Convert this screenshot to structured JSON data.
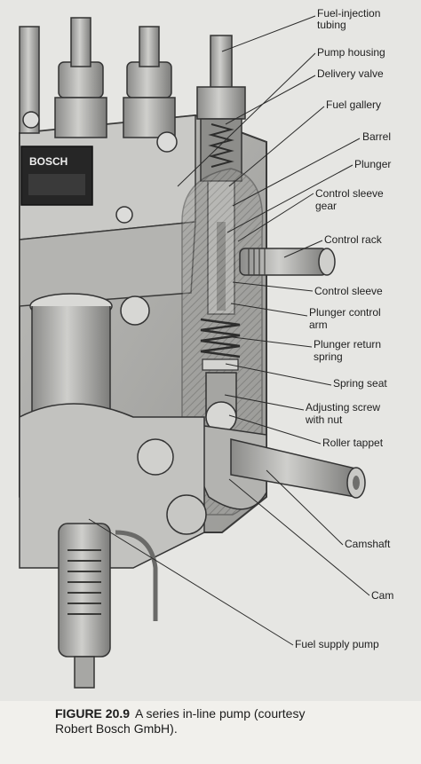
{
  "figure": {
    "brand_plate": "BOSCH",
    "labels": {
      "fuel_injection_tubing": [
        "Fuel-injection",
        "tubing"
      ],
      "pump_housing": "Pump housing",
      "delivery_valve": "Delivery valve",
      "fuel_gallery": "Fuel gallery",
      "barrel": "Barrel",
      "plunger": "Plunger",
      "control_sleeve_gear": [
        "Control sleeve",
        "gear"
      ],
      "control_rack": "Control rack",
      "control_sleeve": "Control sleeve",
      "plunger_control_arm": [
        "Plunger control",
        "arm"
      ],
      "plunger_return_spring": [
        "Plunger return",
        "spring"
      ],
      "spring_seat": "Spring seat",
      "adjusting_screw_with_nut": [
        "Adjusting screw",
        "with nut"
      ],
      "roller_tappet": "Roller tappet",
      "camshaft": "Camshaft",
      "cam": "Cam",
      "fuel_supply_pump": "Fuel supply pump"
    }
  },
  "caption": {
    "number": "FIGURE 20.9",
    "text": "A series in-line pump (courtesy",
    "credit": "Robert Bosch GmbH)."
  }
}
